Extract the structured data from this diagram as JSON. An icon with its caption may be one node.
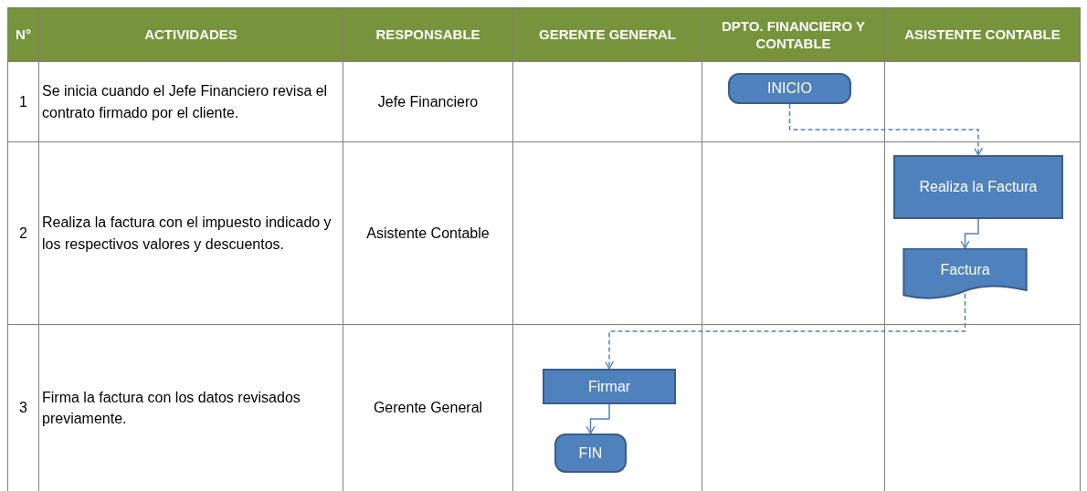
{
  "diagram": {
    "nodes": [
      {
        "text": [
          "INICIO"
        ]
      },
      {
        "text": [
          "Realiza la Factura"
        ]
      },
      {
        "text": [
          "Factura"
        ]
      },
      {
        "text": [
          "Firmar"
        ]
      },
      {
        "text": [
          "FIN"
        ]
      }
    ],
    "edges": [
      {
        "from": 0,
        "to": 1,
        "arrow": "to",
        "style": "dashed"
      },
      {
        "from": 1,
        "to": 2,
        "arrow": "to"
      },
      {
        "from": 2,
        "to": 3,
        "arrow": "to",
        "style": "dashed"
      },
      {
        "from": 3,
        "to": 4,
        "arrow": "to"
      }
    ],
    "labels": [
      "N°",
      "ACTIVIDADES",
      "RESPONSABLE",
      "GERENTE GENERAL",
      "DPTO. FINANCIERO Y CONTABLE",
      "ASISTENTE CONTABLE",
      "1",
      "Se inicia cuando el Jefe Financiero revisa el contrato firmado por el cliente.",
      "Jefe Financiero",
      "2",
      "Realiza la factura con el impuesto indicado y los respectivos valores y descuentos.",
      "Asistente Contable",
      "3",
      "Firma la factura con los datos revisados previamente.",
      "Gerente General"
    ]
  }
}
